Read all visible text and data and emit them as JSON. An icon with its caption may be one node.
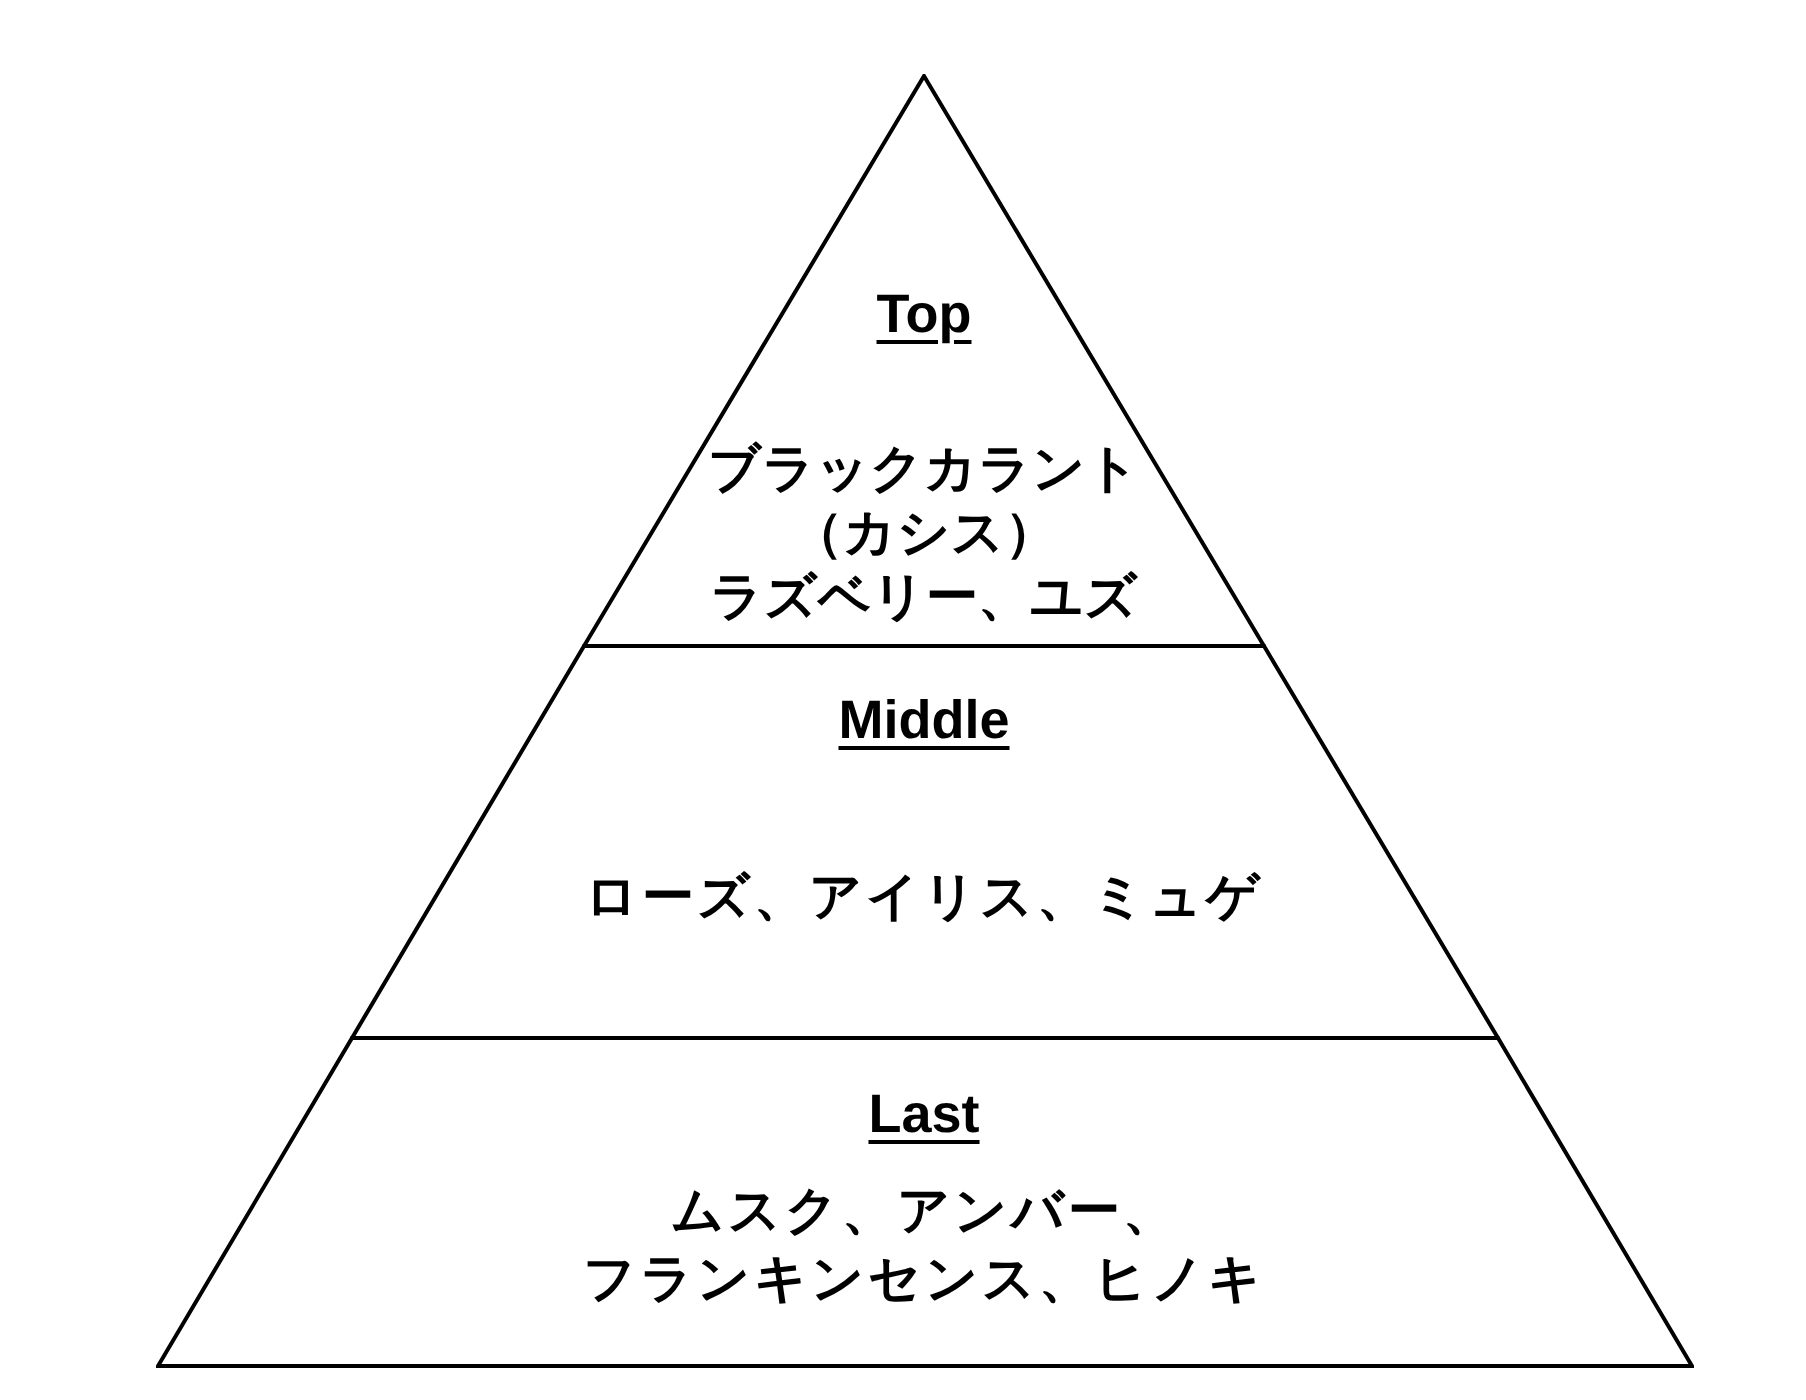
{
  "diagram": {
    "nodes": [
      {
        "text": [
          "Top",
          "ブラックカラント（カシス）ラズベリー、ユズ"
        ]
      },
      {
        "text": [
          "Middle",
          "ローズ、アイリス、ミュゲ"
        ]
      },
      {
        "text": [
          "Last",
          "ムスク、アンバー、フランキンセンス、ヒノキ"
        ]
      }
    ]
  }
}
